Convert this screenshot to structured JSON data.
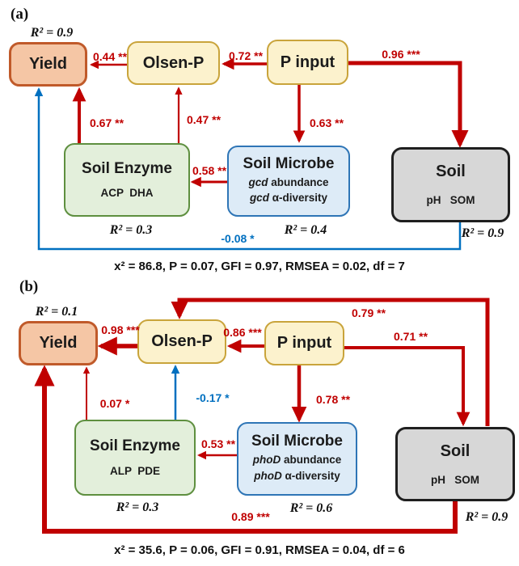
{
  "panel_a": {
    "tag": "(a)",
    "yield_r2": "R² = 0.9",
    "boxes": {
      "yield": {
        "title": "Yield"
      },
      "olsen_p": {
        "title": "Olsen-P"
      },
      "p_input": {
        "title": "P input"
      },
      "soil_enzyme": {
        "title": "Soil Enzyme",
        "sub": "ACP  DHA",
        "r2": "R² = 0.3"
      },
      "soil_microbe": {
        "title": "Soil Microbe",
        "gene": "gcd",
        "line1": "abundance",
        "line2": "α-diversity",
        "r2": "R² = 0.4"
      },
      "soil": {
        "title": "Soil",
        "sub": "pH   SOM",
        "r2": "R² = 0.9"
      }
    },
    "coefficients": {
      "olsenp_to_yield": "0.44 **",
      "pinput_to_olsenp": "0.72 **",
      "pinput_to_soil": "0.96 ***",
      "pinput_to_microbe": "0.63 **",
      "enzyme_to_olsenp": "0.47 **",
      "enzyme_to_yield": "0.67 **",
      "microbe_to_enzyme": "0.58 **",
      "soil_to_yield": "-0.08 *"
    },
    "fit": "x² = 86.8, P = 0.07, GFI = 0.97, RMSEA = 0.02, df = 7"
  },
  "panel_b": {
    "tag": "(b)",
    "yield_r2": "R² = 0.1",
    "boxes": {
      "yield": {
        "title": "Yield"
      },
      "olsen_p": {
        "title": "Olsen-P"
      },
      "p_input": {
        "title": "P input"
      },
      "soil_enzyme": {
        "title": "Soil Enzyme",
        "sub": "ALP  PDE",
        "r2": "R² = 0.3"
      },
      "soil_microbe": {
        "title": "Soil Microbe",
        "gene": "phoD",
        "line1": "abundance",
        "line2": "α-diversity",
        "r2": "R² = 0.6"
      },
      "soil": {
        "title": "Soil",
        "sub": "pH   SOM",
        "r2": "R² = 0.9"
      }
    },
    "coefficients": {
      "olsenp_to_yield": "0.98 ***",
      "soil_to_olsenp": "0.79 **",
      "pinput_to_olsenp": "0.86 ***",
      "pinput_to_soil": "0.71 **",
      "pinput_to_microbe": "0.78 **",
      "enzyme_to_yield": "0.07 *",
      "enzyme_to_olsenp": "-0.17 *",
      "microbe_to_enzyme": "0.53 **",
      "soil_to_yield": "0.89 ***"
    },
    "fit": "x² = 35.6, P = 0.06, GFI = 0.91, RMSEA = 0.04, df = 6"
  },
  "colors": {
    "positive_path": "#C00000",
    "negative_path": "#0070C0"
  }
}
